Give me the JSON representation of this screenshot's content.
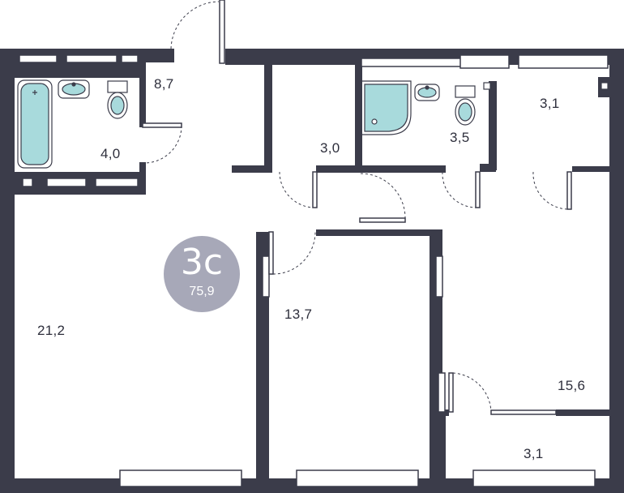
{
  "apartment": {
    "type_label": "3с",
    "total_area": "75,9",
    "badge_color": "#a7a8b8",
    "wall_color": "#3b3c4a",
    "fixture_color": "#a8dadc"
  },
  "rooms": {
    "living_room_area": "21,2",
    "bathroom_area": "4,0",
    "hallway_area": "8,7",
    "storage_area": "3,0",
    "shower_room_area": "3,5",
    "closet_area": "3,1",
    "bedroom_middle_area": "13,7",
    "bedroom_right_area": "15,6",
    "balcony_area": "3,1"
  }
}
